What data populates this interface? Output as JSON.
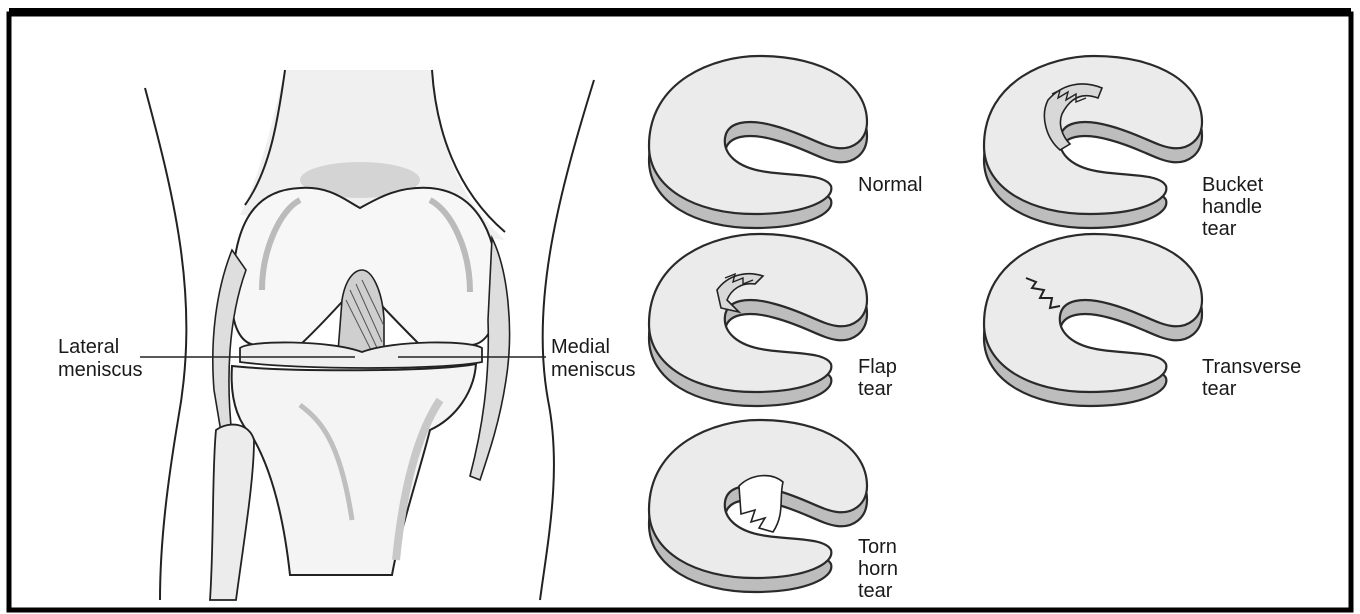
{
  "labels": {
    "lateral": [
      "Lateral",
      "meniscus"
    ],
    "medial": [
      "Medial",
      "meniscus"
    ]
  },
  "menisci": [
    {
      "id": "normal",
      "lines": [
        "Normal"
      ]
    },
    {
      "id": "bucket",
      "lines": [
        "Bucket",
        "handle",
        "tear"
      ]
    },
    {
      "id": "flap",
      "lines": [
        "Flap",
        "tear"
      ]
    },
    {
      "id": "transverse",
      "lines": [
        "Transverse",
        "tear"
      ]
    },
    {
      "id": "torn",
      "lines": [
        "Torn",
        "horn",
        "tear"
      ]
    }
  ],
  "colors": {
    "frame": "#000000",
    "fill": "#e9e9e9",
    "side": "#bdbdbd",
    "line": "#2a2a2a"
  }
}
